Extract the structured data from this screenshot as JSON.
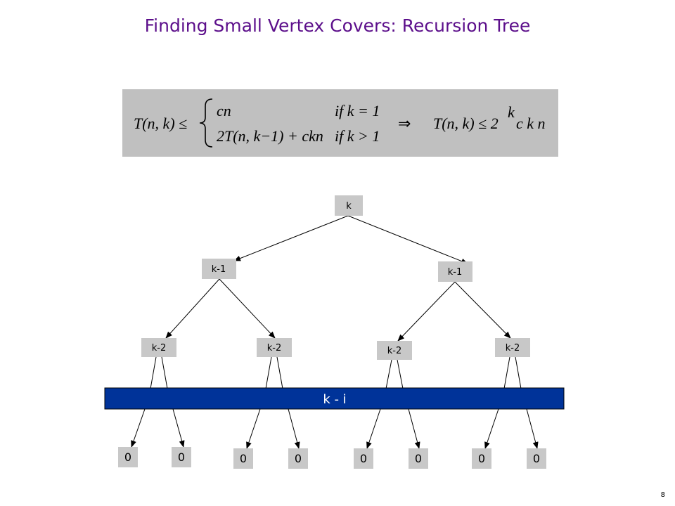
{
  "slide": {
    "title": "Finding Small Vertex Covers:  Recursion Tree",
    "page_number": "8"
  },
  "formula": {
    "lhs": "T(n, k) ≤",
    "case1_expr": "cn",
    "case1_cond": "if k = 1",
    "case2_expr": "2T(n, k−1) + ckn",
    "case2_cond": "if k > 1",
    "implies": "⇒",
    "rhs_prefix": "T(n, k) ≤ 2",
    "rhs_exp": "k",
    "rhs_suffix": "c k n"
  },
  "tree": {
    "root": "k",
    "level1": [
      "k-1",
      "k-1"
    ],
    "level2": [
      "k-2",
      "k-2",
      "k-2",
      "k-2"
    ],
    "band": "k - i",
    "leaves": [
      "0",
      "0",
      "0",
      "0",
      "0",
      "0",
      "0",
      "0"
    ]
  },
  "colors": {
    "title": "#5c0f8b",
    "band_fill": "#003399",
    "node_fill": "#c8c8c8",
    "formula_bg": "#c0c0c0"
  }
}
